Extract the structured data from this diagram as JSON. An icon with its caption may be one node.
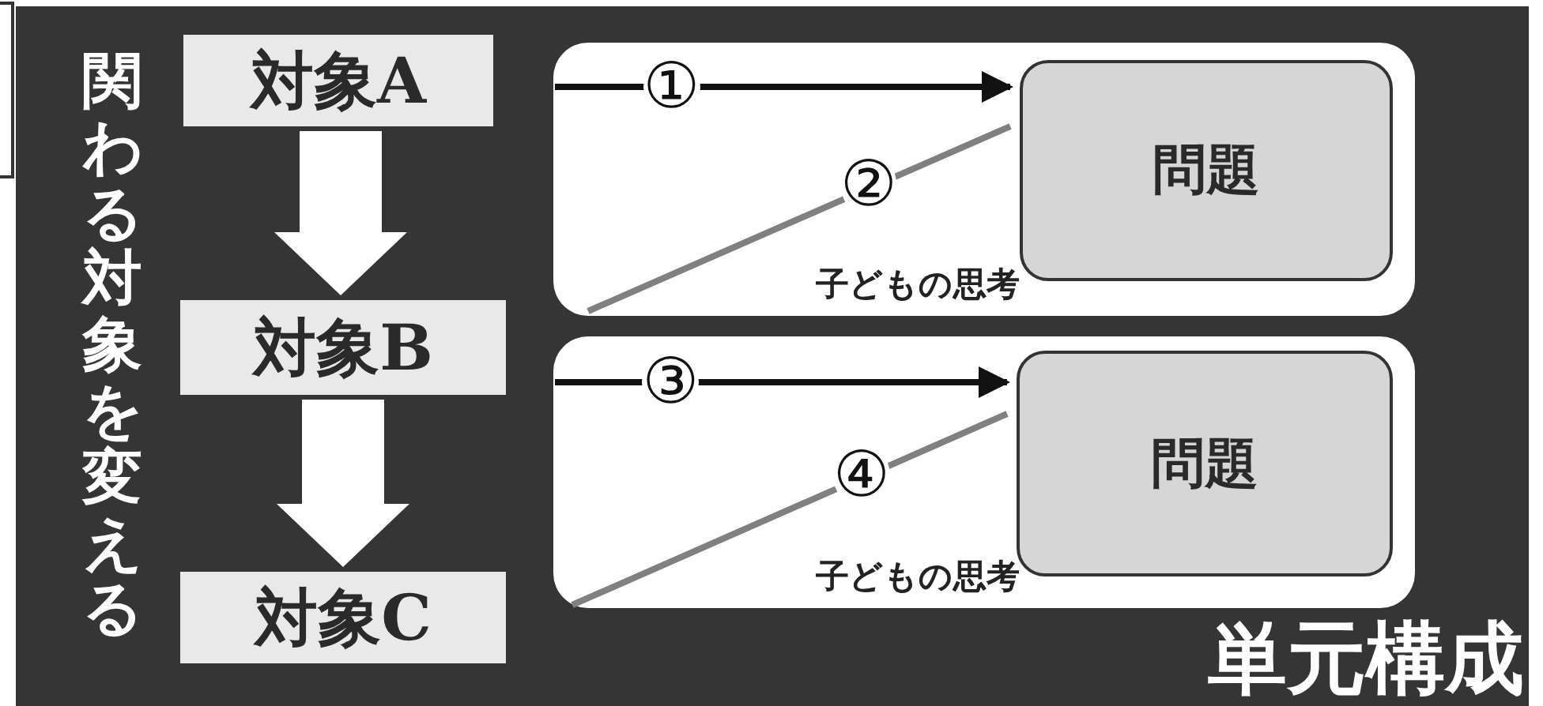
{
  "diagram": {
    "title": "単元構成",
    "nodes": [
      {
        "text": [
          "対象A"
        ]
      },
      {
        "text": [
          "対象B"
        ]
      },
      {
        "text": [
          "対象C"
        ]
      },
      {
        "text": [
          "子どもの思考"
        ]
      },
      {
        "text": [
          "問題"
        ],
        "in": 3
      },
      {
        "text": [
          "子どもの思考"
        ]
      },
      {
        "text": [
          "問題"
        ],
        "in": 5
      }
    ],
    "edges": [
      {
        "from": 0,
        "to": 1,
        "arrow": "to",
        "style": "thick",
        "color": "#ffffff"
      },
      {
        "from": 1,
        "to": 2,
        "arrow": "to",
        "style": "thick",
        "color": "#ffffff"
      },
      {
        "from": null,
        "to": 4,
        "arrow": "to",
        "label": "①",
        "color": "#111111"
      },
      {
        "from": null,
        "to": 4,
        "arrow": "none",
        "label": "②",
        "color": "#808080"
      },
      {
        "from": null,
        "to": 6,
        "arrow": "to",
        "label": "③",
        "color": "#111111"
      },
      {
        "from": null,
        "to": 6,
        "arrow": "none",
        "label": "④",
        "color": "#808080"
      }
    ],
    "labels": [
      "関わる対象を変える"
    ]
  }
}
